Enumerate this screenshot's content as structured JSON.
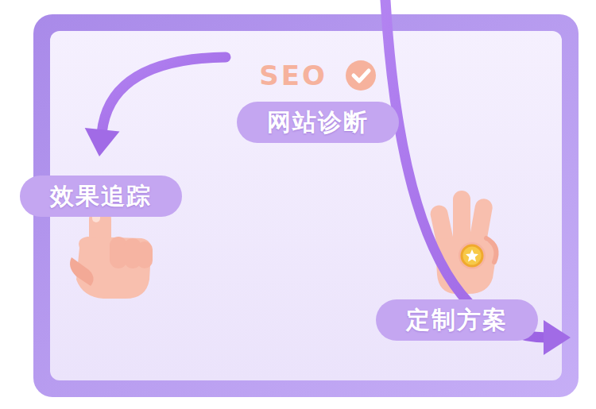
{
  "diagram": {
    "nodes": [
      {
        "text": [
          "SEO",
          "网站诊断"
        ]
      },
      {
        "text": [
          "效果追踪"
        ]
      },
      {
        "text": [
          "定制方案"
        ]
      }
    ],
    "edges": [
      {
        "from": 0,
        "to": 1,
        "arrow": "to"
      },
      {
        "from": 1,
        "to": 2,
        "arrow": "to"
      },
      {
        "from": 2,
        "to": 0,
        "arrow": "to"
      }
    ]
  }
}
